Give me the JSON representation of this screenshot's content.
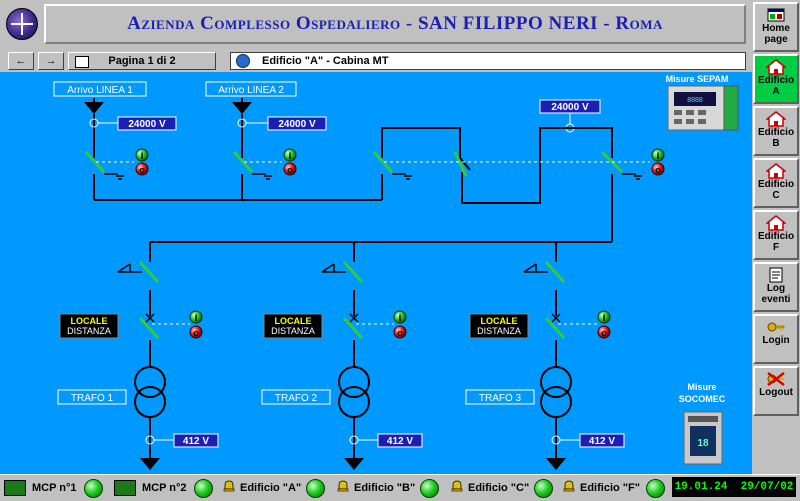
{
  "header": {
    "title": "Azienda Complesso Ospedaliero - SAN FILIPPO NERI - Roma"
  },
  "toolbar": {
    "back_icon": "arrow-left-icon",
    "forward_icon": "arrow-right-icon",
    "page_label": "Pagina 1 di 2",
    "location": "Edificio \"A\" -  Cabina MT"
  },
  "diagram": {
    "incoming_1": "Arrivo LINEA 1",
    "incoming_2": "Arrivo LINEA 2",
    "voltage_in_1": "24000  V",
    "voltage_in_2": "24000  V",
    "voltage_top": "24000  V",
    "sepam_label": "Misure SEPAM",
    "locale_label": "LOCALE",
    "distanza_label": "DISTANZA",
    "trafo_1": "TRAFO 1",
    "trafo_2": "TRAFO 2",
    "trafo_3": "TRAFO 3",
    "voltage_out_1": "412  V",
    "voltage_out_2": "412  V",
    "voltage_out_3": "412  V",
    "socomec_line1": "Misure",
    "socomec_line2": "SOCOMEC"
  },
  "nav": {
    "home": "Home page",
    "edificio_a": "Edificio A",
    "edificio_b": "Edificio B",
    "edificio_c": "Edificio C",
    "edificio_f": "Edificio F",
    "log": "Log eventi",
    "login": "Login",
    "logout": "Logout"
  },
  "status": {
    "mcp1": "MCP n°1",
    "mcp2": "MCP n°2",
    "ed_a": "Edificio \"A\"",
    "ed_b": "Edificio \"B\"",
    "ed_c": "Edificio \"C\"",
    "ed_f": "Edificio \"F\"",
    "time": "19.01.24",
    "date": "29/07/02"
  },
  "colors": {
    "canvas": "#0099ff",
    "title": "#1a20b4",
    "active_nav": "#00cc44",
    "switch_green": "#33cc33",
    "stop_red": "#ee2222"
  }
}
